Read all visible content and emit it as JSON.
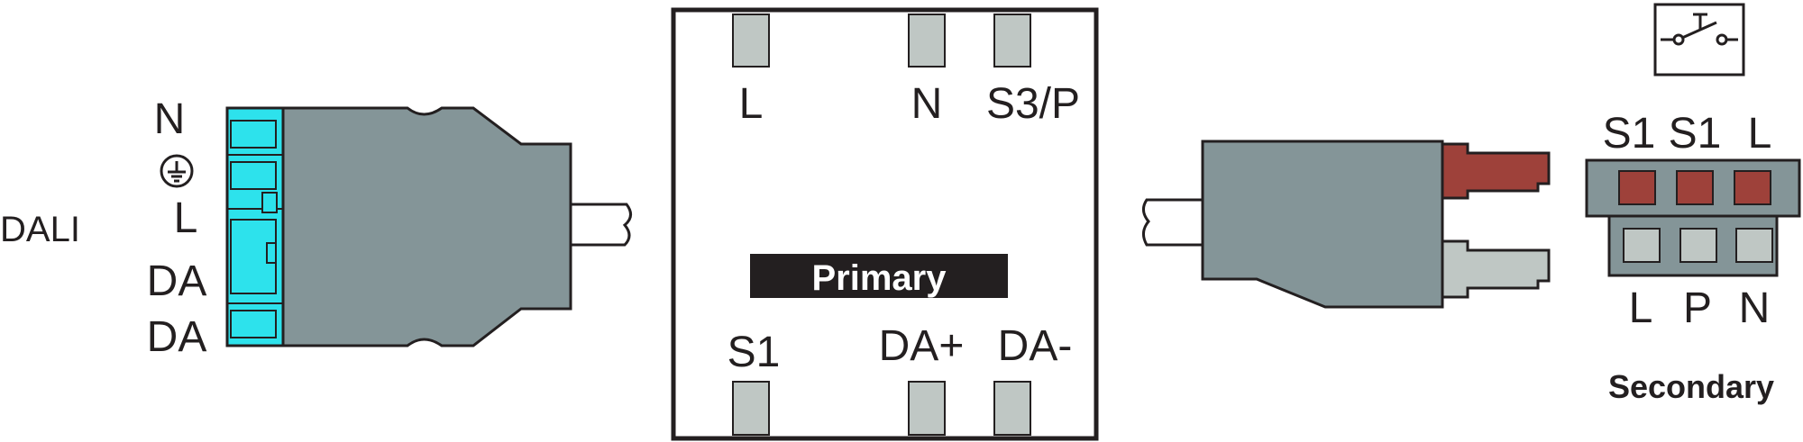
{
  "colors": {
    "connector_gray": "#849598",
    "terminal_light": "#bfc7c4",
    "terminal_red": "#9e413a",
    "dali_cyan": "#2de2ec",
    "outline": "#231f20",
    "primary_bar": "#231f20"
  },
  "icons": {
    "switch": "switch-symbol-icon",
    "earth": "protective-earth-icon"
  },
  "left_connector": {
    "side_label": "DALI",
    "pins": [
      "N",
      "",
      "L",
      "DA",
      "DA"
    ]
  },
  "primary_module": {
    "title": "Primary",
    "top_terminals": [
      "L",
      "N",
      "S3/P"
    ],
    "bottom_terminals": [
      "S1",
      "DA+",
      "DA-"
    ]
  },
  "secondary": {
    "title": "Secondary",
    "top_row": [
      "S1",
      "S1",
      "L"
    ],
    "bottom_row": [
      "L",
      "P",
      "N"
    ]
  }
}
